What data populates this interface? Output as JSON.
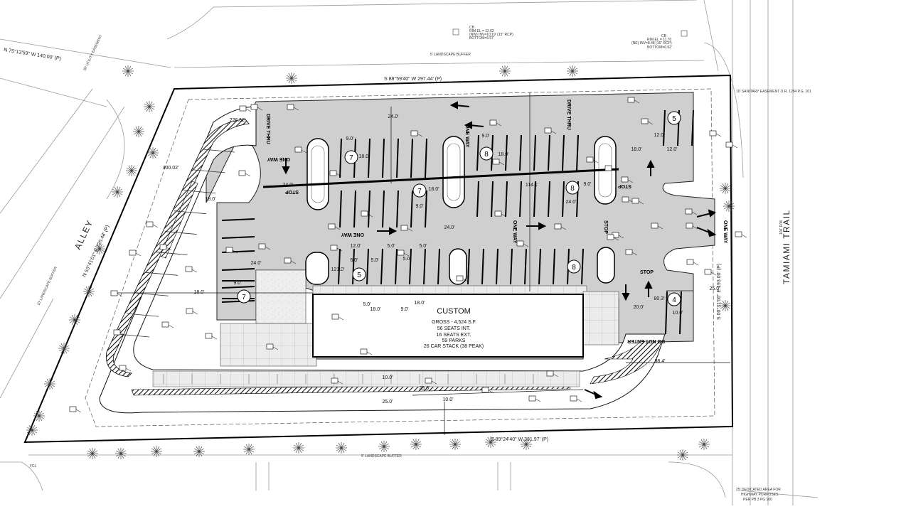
{
  "site": {
    "north_line": "S 88°59'40\" W  297.44' (P)",
    "south_line": "S 89°24'40\" W  381.97' (P)",
    "west_line": "N 75°13'59\" W  140.00' (P)",
    "alley_line": "N 53°41'01\" E  226.48' (P)",
    "east_line": "S 00°31'00\" E  193.00' (P)",
    "alley_label": "ALLEY",
    "highway_label": "TAMIAMI TRAIL",
    "highway_row": "100' R/W",
    "landscape_north": "5' LANDSCAPE BUFFER",
    "landscape_south": "5' LANDSCAPE BUFFER",
    "landscape_west": "10' LANDSCAPE BUFFER",
    "utility_easement": "30' UTILITY EASEMENT",
    "sanitary_easement": "10' SANITARY EASEMENT O.R. 1284 P.G. 101",
    "dedicated_area_1": "25' DEDICATED AREA FOR",
    "dedicated_area_2": "HIGHWAY PURPOSES",
    "dedicated_area_3": "PER PB 3 PG 100",
    "fcl": "FCL",
    "cb_left": [
      "CB",
      "RIM EL = 12.62",
      "(NW) INV=10.19' (15\" RCP)",
      "BOTTOM=6.57'"
    ],
    "cb_right": [
      "CB",
      "RIM EL = 11.70",
      "(NE) INV=8.48 (15\" RCP)",
      "BOTTOM=6.92'"
    ]
  },
  "building": {
    "name": "CUSTOM",
    "lines": [
      "GROSS - 4,524 S.F",
      "56 SEATS INT.",
      "16 SEATS EXT.",
      "59 PARKS",
      "26 CAR STACK (38 PEAK)"
    ]
  },
  "markings": {
    "one_way": "ONE WAY",
    "stop": "STOP",
    "do_not_enter": "DO NOT ENTER",
    "drive_thru": "DRIVE THRU"
  },
  "dimensions": [
    "24.0'",
    "9.0'",
    "18.0'",
    "24.0'",
    "9.0'",
    "18.0'",
    "114.1'",
    "24.0'",
    "18.0'",
    "9.0'",
    "24.0'",
    "9.0'",
    "18.0'",
    "12.0'",
    "12.0'",
    "12.0'",
    "5.0'",
    "5.0'",
    "6.0'",
    "5.0'",
    "5.0'",
    "5.0'",
    "18.0'",
    "9.0'",
    "18.0'",
    "121.0'",
    "24.0'",
    "9.0'",
    "18.0'",
    "20.0'",
    "80.3'",
    "10.0'",
    "25.0'",
    "38.4'",
    "10.0'",
    "25.0'",
    "10.0'",
    "25.0'",
    "226.52'",
    "400.02'",
    "18.0'"
  ],
  "stall_counts": [
    "7",
    "8",
    "7",
    "8",
    "5",
    "5",
    "7",
    "8",
    "4"
  ]
}
